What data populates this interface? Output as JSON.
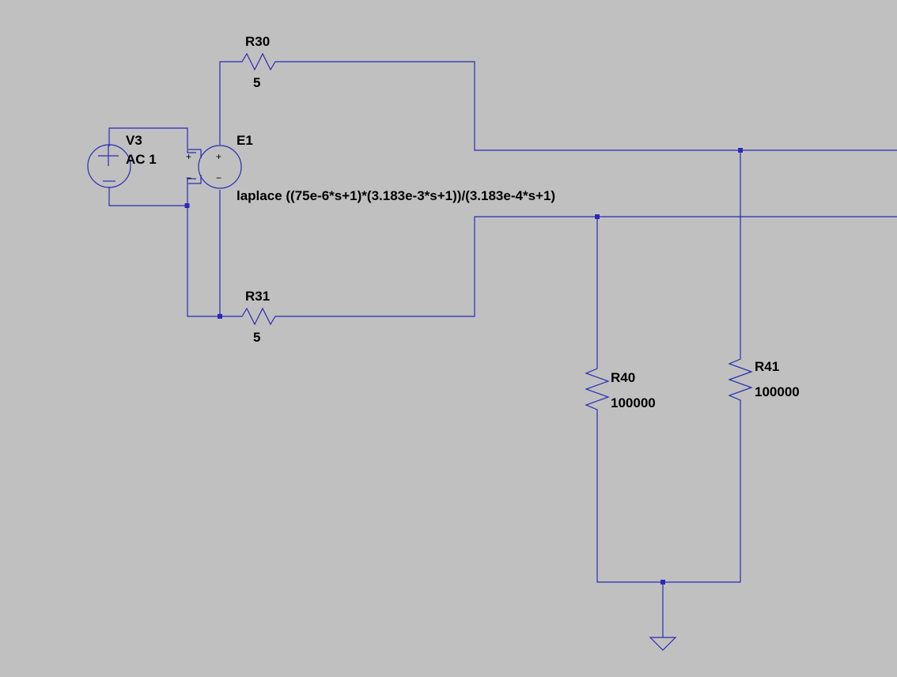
{
  "colors": {
    "background": "#c0c0c0",
    "wire": "#2a2ab8",
    "text": "#000000"
  },
  "components": {
    "v3": {
      "name": "V3",
      "value": "AC 1",
      "plus": "+",
      "minus": "−"
    },
    "e1": {
      "name": "E1",
      "expression": "laplace ((75e-6*s+1)*(3.183e-3*s+1))/(3.183e-4*s+1)",
      "plus": "+",
      "minus": "−"
    },
    "r30": {
      "name": "R30",
      "value": "5"
    },
    "r31": {
      "name": "R31",
      "value": "5"
    },
    "r40": {
      "name": "R40",
      "value": "100000"
    },
    "r41": {
      "name": "R41",
      "value": "100000"
    }
  },
  "icons": [
    "voltage-source-icon",
    "controlled-source-icon",
    "resistor-icon",
    "ground-icon"
  ]
}
